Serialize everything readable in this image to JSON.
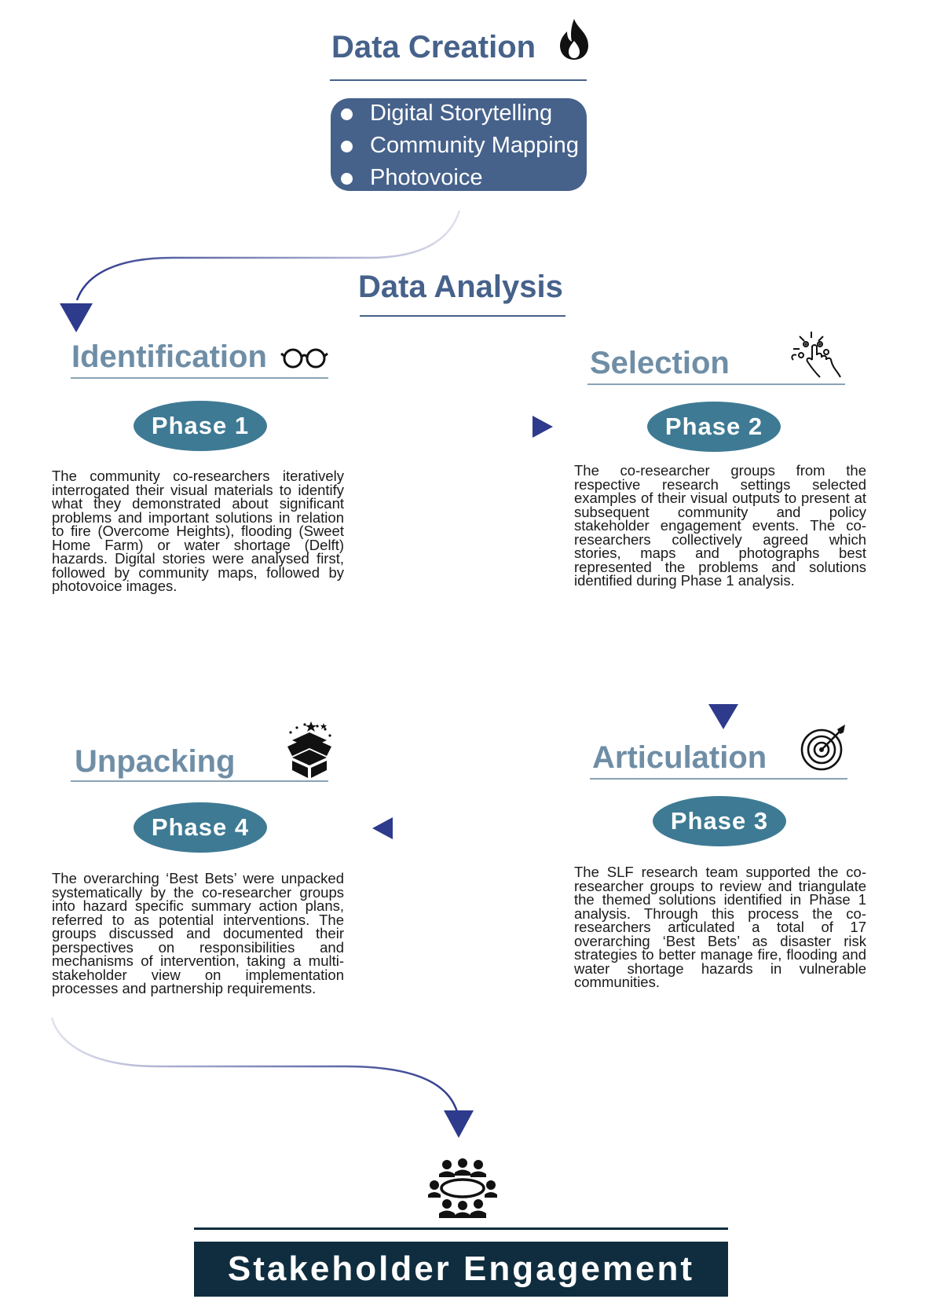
{
  "data_creation": {
    "title": "Data Creation",
    "items": [
      "Digital Storytelling",
      "Community Mapping",
      "Photovoice"
    ]
  },
  "data_analysis": {
    "title": "Data Analysis"
  },
  "phases": {
    "identification": {
      "heading": "Identification",
      "phase_label": "Phase 1",
      "text": "The community co-researchers iteratively interrogated their visual materials to identify what they demonstrated about significant problems and important solutions in relation to fire (Overcome Heights), flooding (Sweet Home Farm) or water shortage (Delft) hazards. Digital stories were analysed first, followed by community maps, followed by photovoice images."
    },
    "selection": {
      "heading": "Selection",
      "phase_label": "Phase 2",
      "text": "The co-researcher groups from the respective research settings selected examples of their visual outputs to present at subsequent community and policy stakeholder engagement events. The co-researchers collectively agreed which stories, maps and photographs best represented the problems and solutions identified during Phase 1 analysis."
    },
    "articulation": {
      "heading": "Articulation",
      "phase_label": "Phase 3",
      "text": "The SLF research team supported the co-researcher groups to review and triangulate the themed solutions identified in Phase 1 analysis. Through this process the co-researchers articulated a total of 17 overarching ‘Best Bets’ as disaster risk strategies to better manage fire, flooding and water shortage hazards in vulnerable communities."
    },
    "unpacking": {
      "heading": "Unpacking",
      "phase_label": "Phase 4",
      "text": "The overarching ‘Best Bets’ were unpacked systematically by the co-researcher groups into hazard specific summary action plans, referred to as potential interventions. The groups discussed and documented their perspectives on responsibilities and mechanisms of intervention, taking a multi-stakeholder view on implementation processes and partnership requirements."
    }
  },
  "stakeholder": {
    "label": "Stakeholder Engagement"
  },
  "icons": {
    "data_creation": "flame-icon",
    "identification": "glasses-icon",
    "selection": "hand-tap-icon",
    "articulation": "target-icon",
    "unpacking": "open-box-icon",
    "stakeholder": "meeting-group-icon"
  },
  "colors": {
    "title": "#46628b",
    "section_title": "#6f8ea6",
    "box": "#46628b",
    "pill": "#3e7a94",
    "arrow": "#2e3a8c",
    "banner": "#0f2d3e"
  }
}
